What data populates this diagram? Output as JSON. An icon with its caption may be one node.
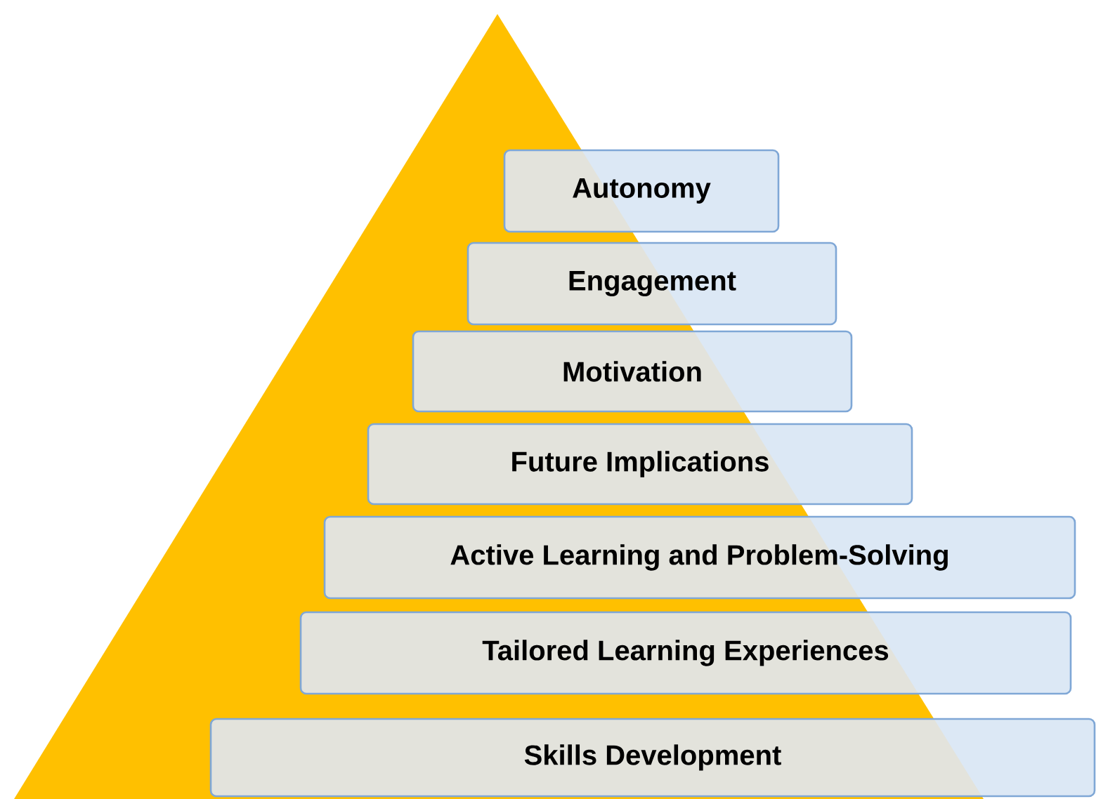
{
  "diagram": {
    "nodes": [
      {
        "text": [
          "Autonomy"
        ]
      },
      {
        "text": [
          "Engagement"
        ]
      },
      {
        "text": [
          "Motivation"
        ]
      },
      {
        "text": [
          "Future Implications"
        ]
      },
      {
        "text": [
          "Active Learning and Problem-Solving"
        ]
      },
      {
        "text": [
          "Tailored Learning Experiences"
        ]
      },
      {
        "text": [
          "Skills Development"
        ]
      }
    ]
  }
}
